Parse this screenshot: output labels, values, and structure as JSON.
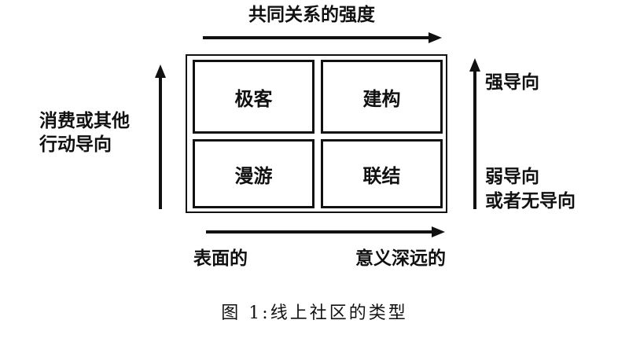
{
  "top_axis_label": "共同关系的强度",
  "left_axis_label_line1": "消费或其他",
  "left_axis_label_line2": "行动导向",
  "right_label_top": "强导向",
  "right_label_bottom_line1": "弱导向",
  "right_label_bottom_line2": "或者无导向",
  "bottom_label_left": "表面的",
  "bottom_label_right": "意义深远的",
  "quadrants": {
    "top_left": "极客",
    "top_right": "建构",
    "bottom_left": "漫游",
    "bottom_right": "联结"
  },
  "caption": "图 1:线上社区的类型"
}
